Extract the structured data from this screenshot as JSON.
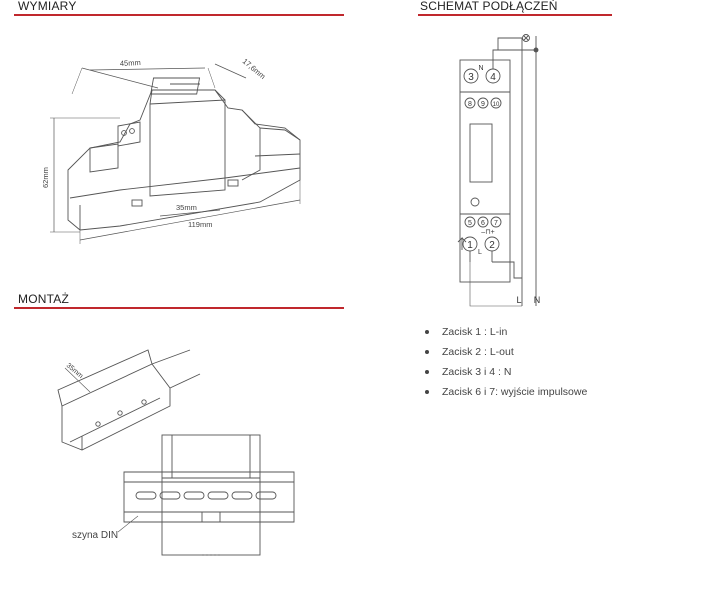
{
  "sections": {
    "dimensions": "WYMIARY",
    "mounting": "MONTAŻ",
    "wiring": "SCHEMAT PODŁĄCZEŃ"
  },
  "dimensions": {
    "width_label": "45mm",
    "depth_label": "17,6mm",
    "height_label": "62mm",
    "rail_label": "35mm",
    "length_label": "119mm"
  },
  "mounting": {
    "rail_width_label": "35mm",
    "rail_name": "szyna DIN"
  },
  "wiring": {
    "top_terminals": [
      "3",
      "4"
    ],
    "top_terminal_mark": "N",
    "pulse_terminals": [
      "8",
      "9",
      "10"
    ],
    "mid_terminals": [
      "5",
      "6",
      "7"
    ],
    "pulse_symbol": "–⊓+",
    "bottom_terminals": [
      "1",
      "2"
    ],
    "bottom_terminal_mark": "L",
    "line_labels": [
      "L",
      "N"
    ]
  },
  "legend": [
    "Zacisk 1 : L-in",
    "Zacisk 2 : L-out",
    "Zacisk 3 i 4 : N",
    "Zacisk 6 i 7: wyjście impulsowe"
  ],
  "colors": {
    "accent": "#c0282d",
    "line": "#444444"
  }
}
